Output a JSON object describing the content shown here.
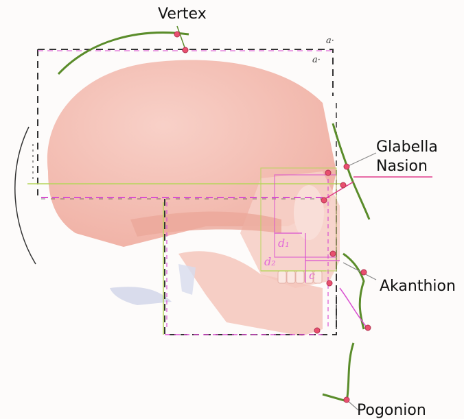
{
  "labels": {
    "vertex": "Vertex",
    "glabella": "Glabella",
    "nasion": "Nasion",
    "akanthion": "Akanthion",
    "pogonion": "Pogonion"
  },
  "marks": {
    "a_outer": "a·",
    "a_inner": "a·",
    "d1": "d₁",
    "d2": "d₂",
    "c": "c"
  },
  "colors": {
    "landmark": "#e94f6f",
    "profile_curve": "#5a8c2a",
    "guide_magenta": "#d94fd0",
    "guide_green": "#b5d65a",
    "frame_dash": "#333333",
    "skull": "#f2b3a8"
  }
}
